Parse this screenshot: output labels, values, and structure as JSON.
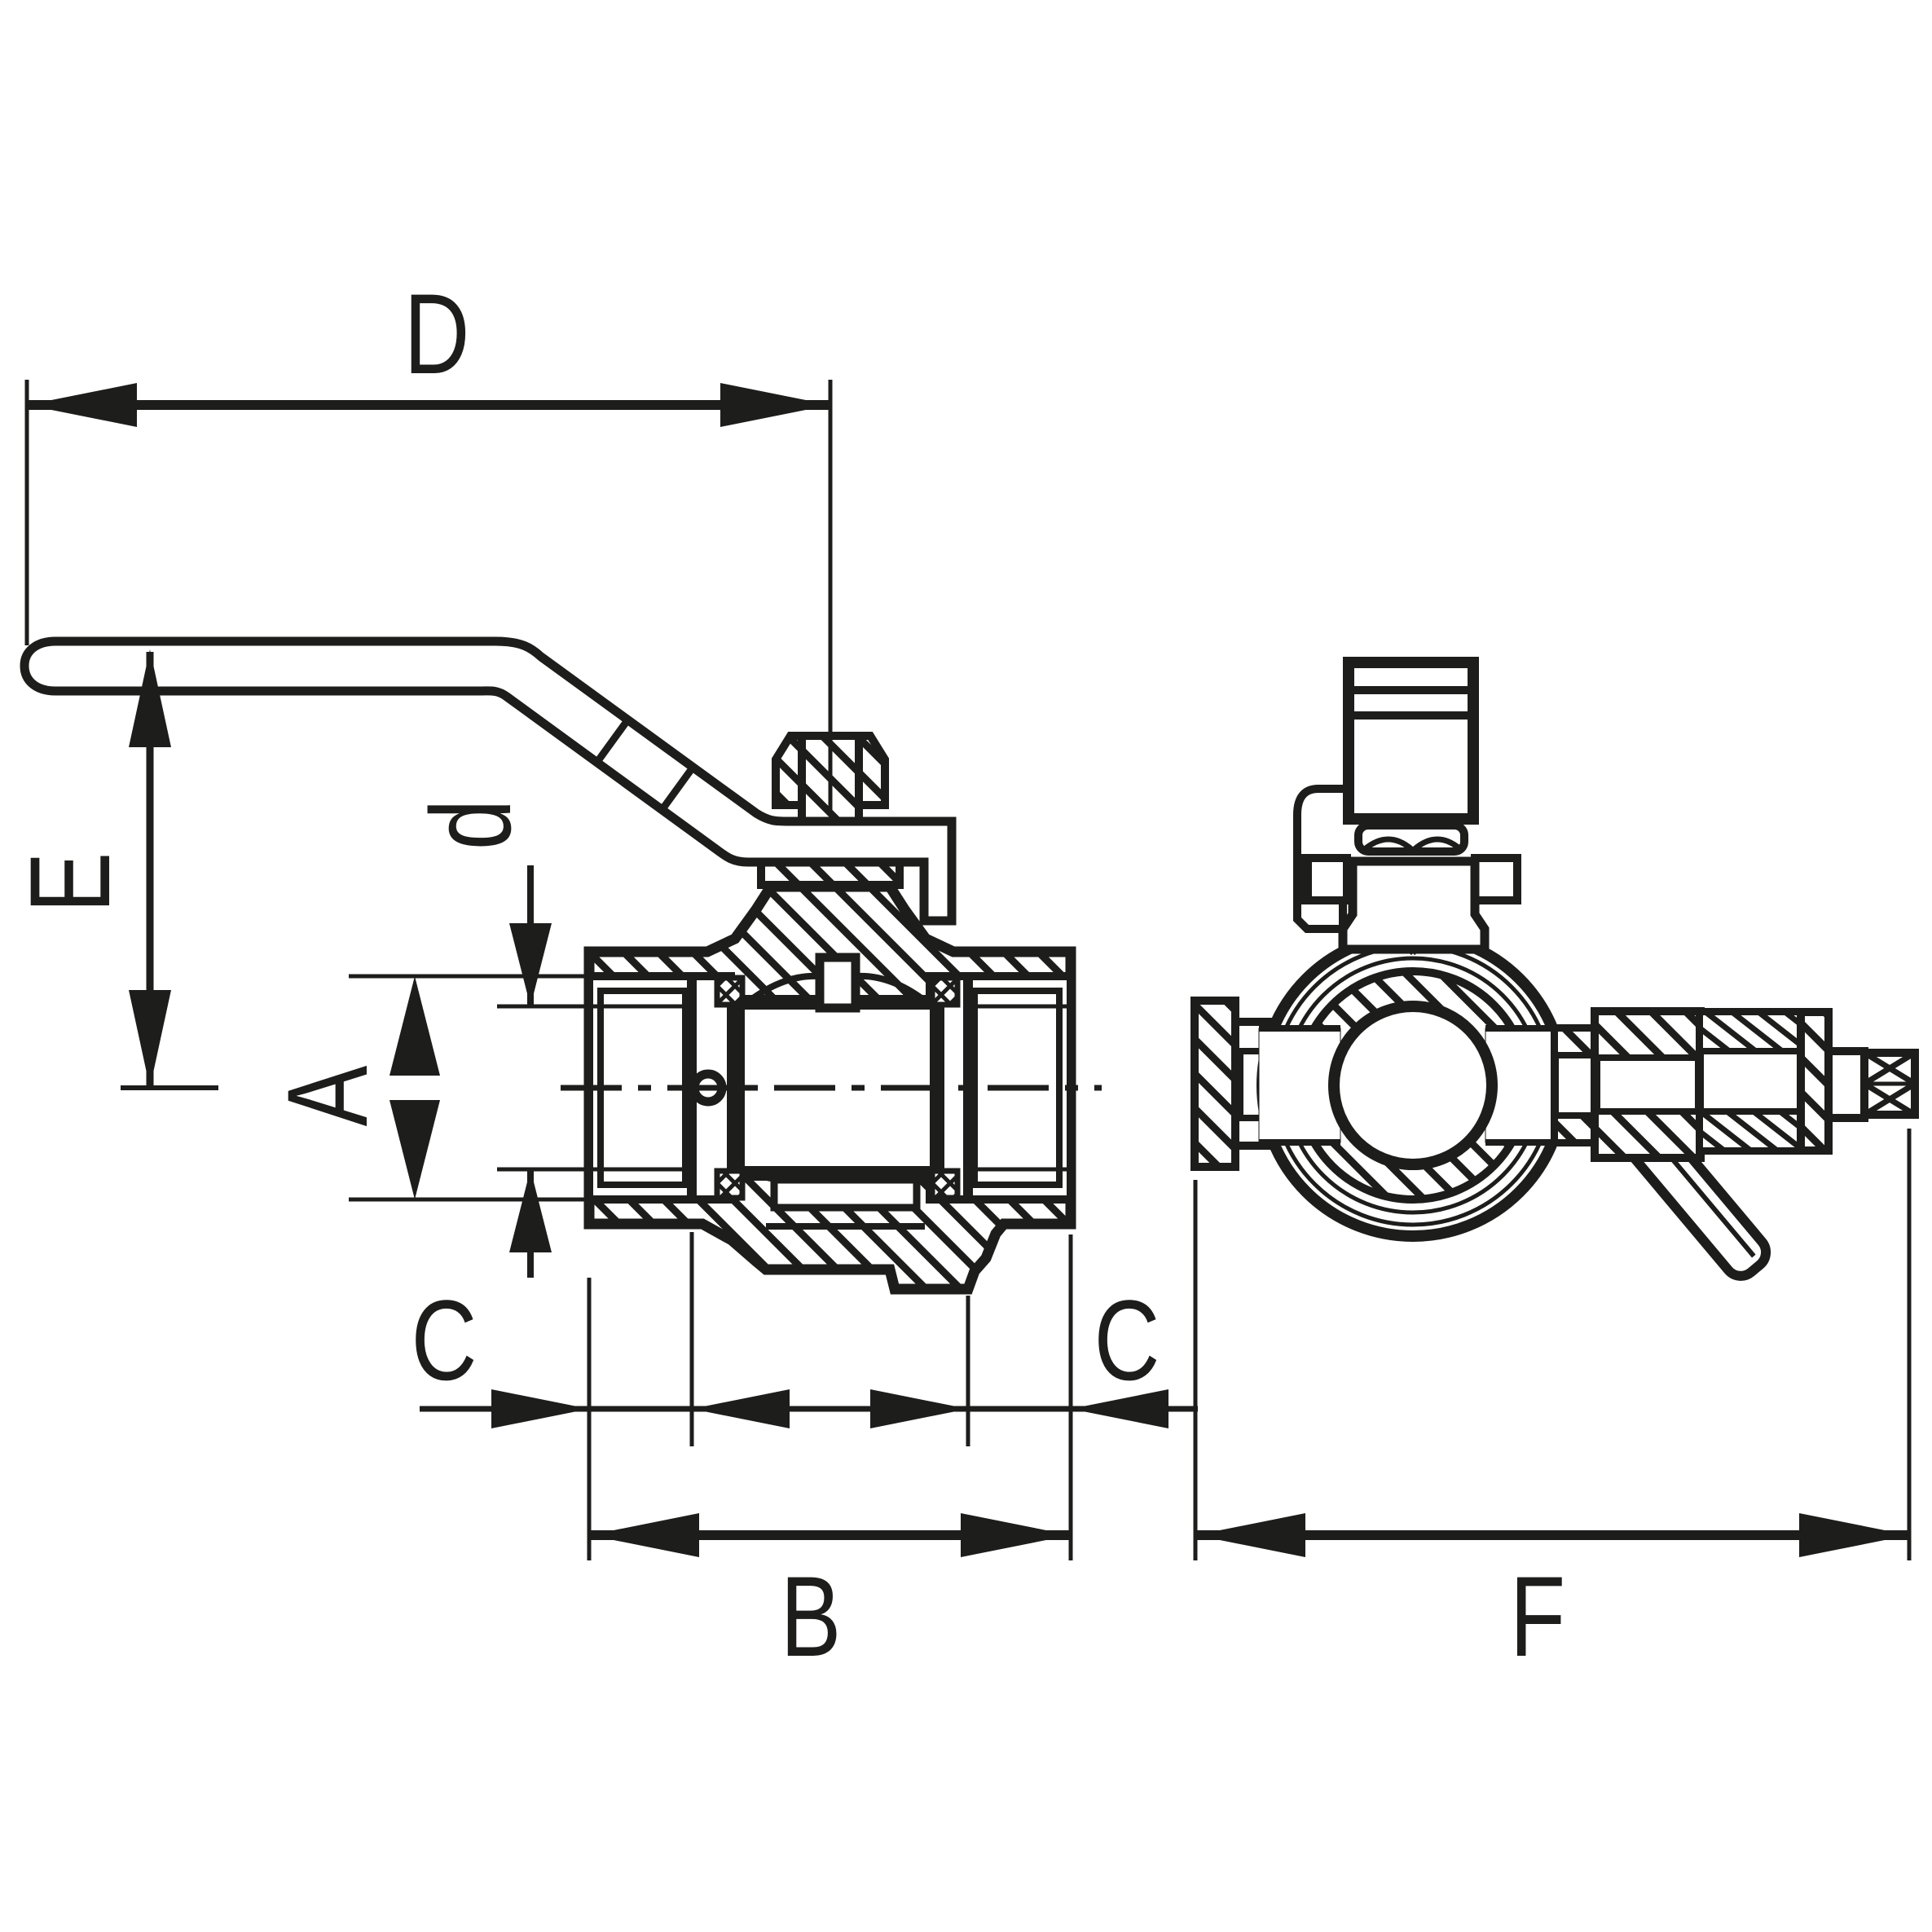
{
  "figure": {
    "type": "technical-drawing",
    "subject": "ball valve with lever handle: side section view and end view with drain cock",
    "colors": {
      "ink": "#1d1d1b",
      "paper": "#ffffff"
    },
    "dimension_labels": {
      "D": "D",
      "E": "E",
      "d": "d",
      "A": "A",
      "C_left": "C",
      "C_right": "C",
      "B": "B",
      "F": "F"
    }
  }
}
